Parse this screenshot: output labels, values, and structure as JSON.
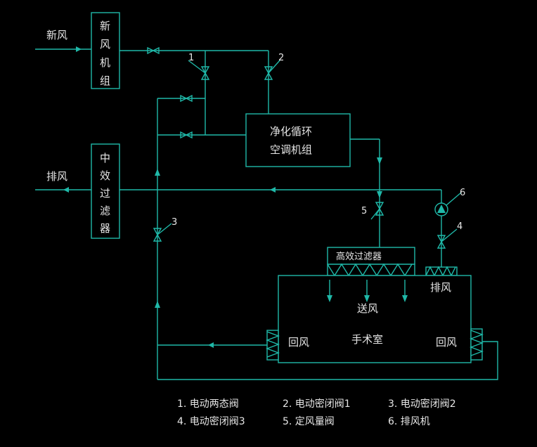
{
  "labels": {
    "fresh_air": "新风",
    "exhaust_air": "排风",
    "fresh_unit": [
      "新",
      "风",
      "机",
      "组"
    ],
    "mid_filter": [
      "中",
      "效",
      "过",
      "滤",
      "器"
    ],
    "purify_unit_line1": "净化循环",
    "purify_unit_line2": "空调机组",
    "hepa_filter": "高效过滤器",
    "room_exhaust": "排风",
    "supply_air": "送风",
    "operating_room": "手术室",
    "return_left": "回风",
    "return_right": "回风"
  },
  "numbers": {
    "n1": "1",
    "n2": "2",
    "n3": "3",
    "n4": "4",
    "n5": "5",
    "n6": "6"
  },
  "legend": [
    "1. 电动两态阀",
    "2. 电动密闭阀1",
    "3. 电动密闭阀2",
    "4. 电动密闭阀3",
    "5. 定风量阀",
    "6. 排风机"
  ],
  "colors": {
    "line": "#1fb8a8",
    "text": "#e6e6e6",
    "background": "#000000"
  }
}
